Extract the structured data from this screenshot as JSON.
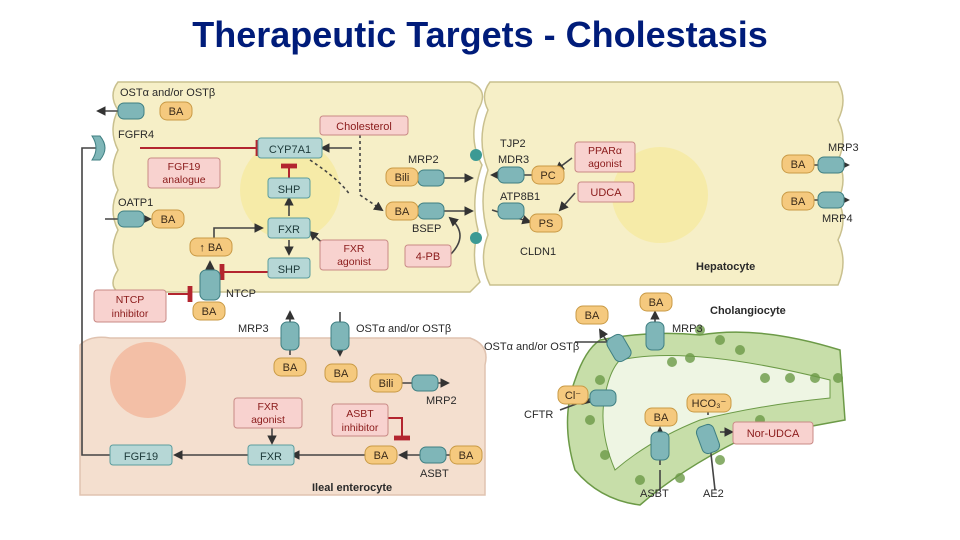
{
  "title": "Therapeutic Targets - Cholestasis",
  "colors": {
    "cell_fill": "#f6efc7",
    "cell_stroke": "#c9c08e",
    "nucleus": "#f7d58c",
    "ileal_fill": "#f4dfcf",
    "ileal_nucleus": "#f3b79b",
    "ba_pill": "#f5c97e",
    "teal_box": "#b6d7d6",
    "drug_box": "#f8d2cf",
    "transporter": "#7fb6b8",
    "inhibit": "#b3252f",
    "chol_green": "#a9c77e",
    "chol_dark": "#6c9a47",
    "title": "#001c7a"
  },
  "labels": {
    "ost_top": "OSTα and/or OSTβ",
    "fgfr4": "FGFR4",
    "oatp1": "OATP1",
    "tjp2": "TJP2",
    "mrp2_hep": "MRP2",
    "mdr3": "MDR3",
    "atp8b1": "ATP8B1",
    "bsep": "BSEP",
    "cldn1": "CLDN1",
    "mrp3_right": "MRP3",
    "mrp4_right": "MRP4",
    "hepatocyte": "Hepatocyte",
    "ntcp": "NTCP",
    "mrp3_ileal": "MRP3",
    "ost_ileal": "OSTα and/or OSTβ",
    "mrp2_ileal": "MRP2",
    "asbt_ileal": "ASBT",
    "ileal_enterocyte": "Ileal enterocyte",
    "cholangiocyte": "Cholangiocyte",
    "mrp3_chol": "MRP3",
    "ost_chol": "OSTα and/or OSTβ",
    "cftr": "CFTR",
    "asbt_chol": "ASBT",
    "ae2": "AE2"
  },
  "pills": {
    "ba_top": "BA",
    "ba_oatp": "BA",
    "ba_up": "↑ BA",
    "ba_ntcp": "BA",
    "bili_hep": "Bili",
    "ba_bsep": "BA",
    "pc": "PC",
    "ps": "PS",
    "ba_mrp3": "BA",
    "ba_mrp4": "BA",
    "ba_ileal1": "BA",
    "ba_ileal2": "BA",
    "bili_ileal": "Bili",
    "ba_asbt_in": "BA",
    "ba_asbt_out": "BA",
    "ba_chol_top": "BA",
    "ba_chol_left": "BA",
    "cl": "Cl⁻",
    "ba_chol_lumen": "BA",
    "hco3": "HCO₃⁻"
  },
  "boxes": {
    "cyp7a1": "CYP7A1",
    "cholesterol": "Cholesterol",
    "shp_top": "SHP",
    "fxr_hep": "FXR",
    "shp_bottom": "SHP",
    "fxr_ileal": "FXR",
    "fgf19": "FGF19"
  },
  "drugs": {
    "fgf19_analogue": [
      "FGF19",
      "analogue"
    ],
    "fxr_agonist_hep": [
      "FXR",
      "agonist"
    ],
    "ppar_agonist": [
      "PPARα",
      "agonist"
    ],
    "udca": "UDCA",
    "four_pb": "4-PB",
    "ntcp_inhibitor": [
      "NTCP",
      "inhibitor"
    ],
    "fxr_agonist_ileal": [
      "FXR",
      "agonist"
    ],
    "asbt_inhibitor": [
      "ASBT",
      "inhibitor"
    ],
    "nor_udca": "Nor-UDCA"
  }
}
